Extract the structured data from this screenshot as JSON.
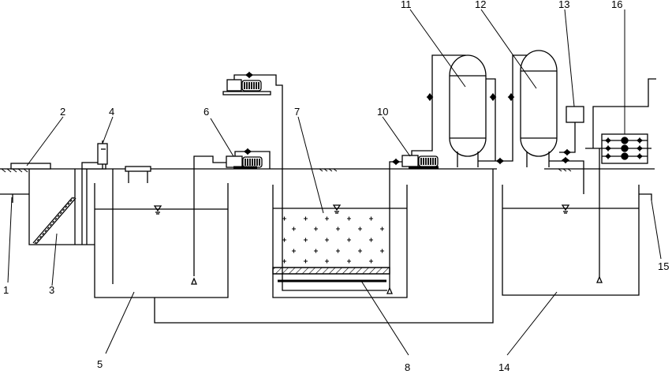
{
  "labels": {
    "l1": "1",
    "l2": "2",
    "l3": "3",
    "l4": "4",
    "l5": "5",
    "l6": "6",
    "l7": "7",
    "l8": "8",
    "l10": "10",
    "l11": "11",
    "l12": "12",
    "l13": "13",
    "l14": "14",
    "l15": "15",
    "l16": "16"
  },
  "colors": {
    "line": "#000000",
    "background": "#ffffff"
  },
  "icons": [
    "pump-icon",
    "valve-icon",
    "water-level-icon",
    "ground-hatch-icon"
  ]
}
